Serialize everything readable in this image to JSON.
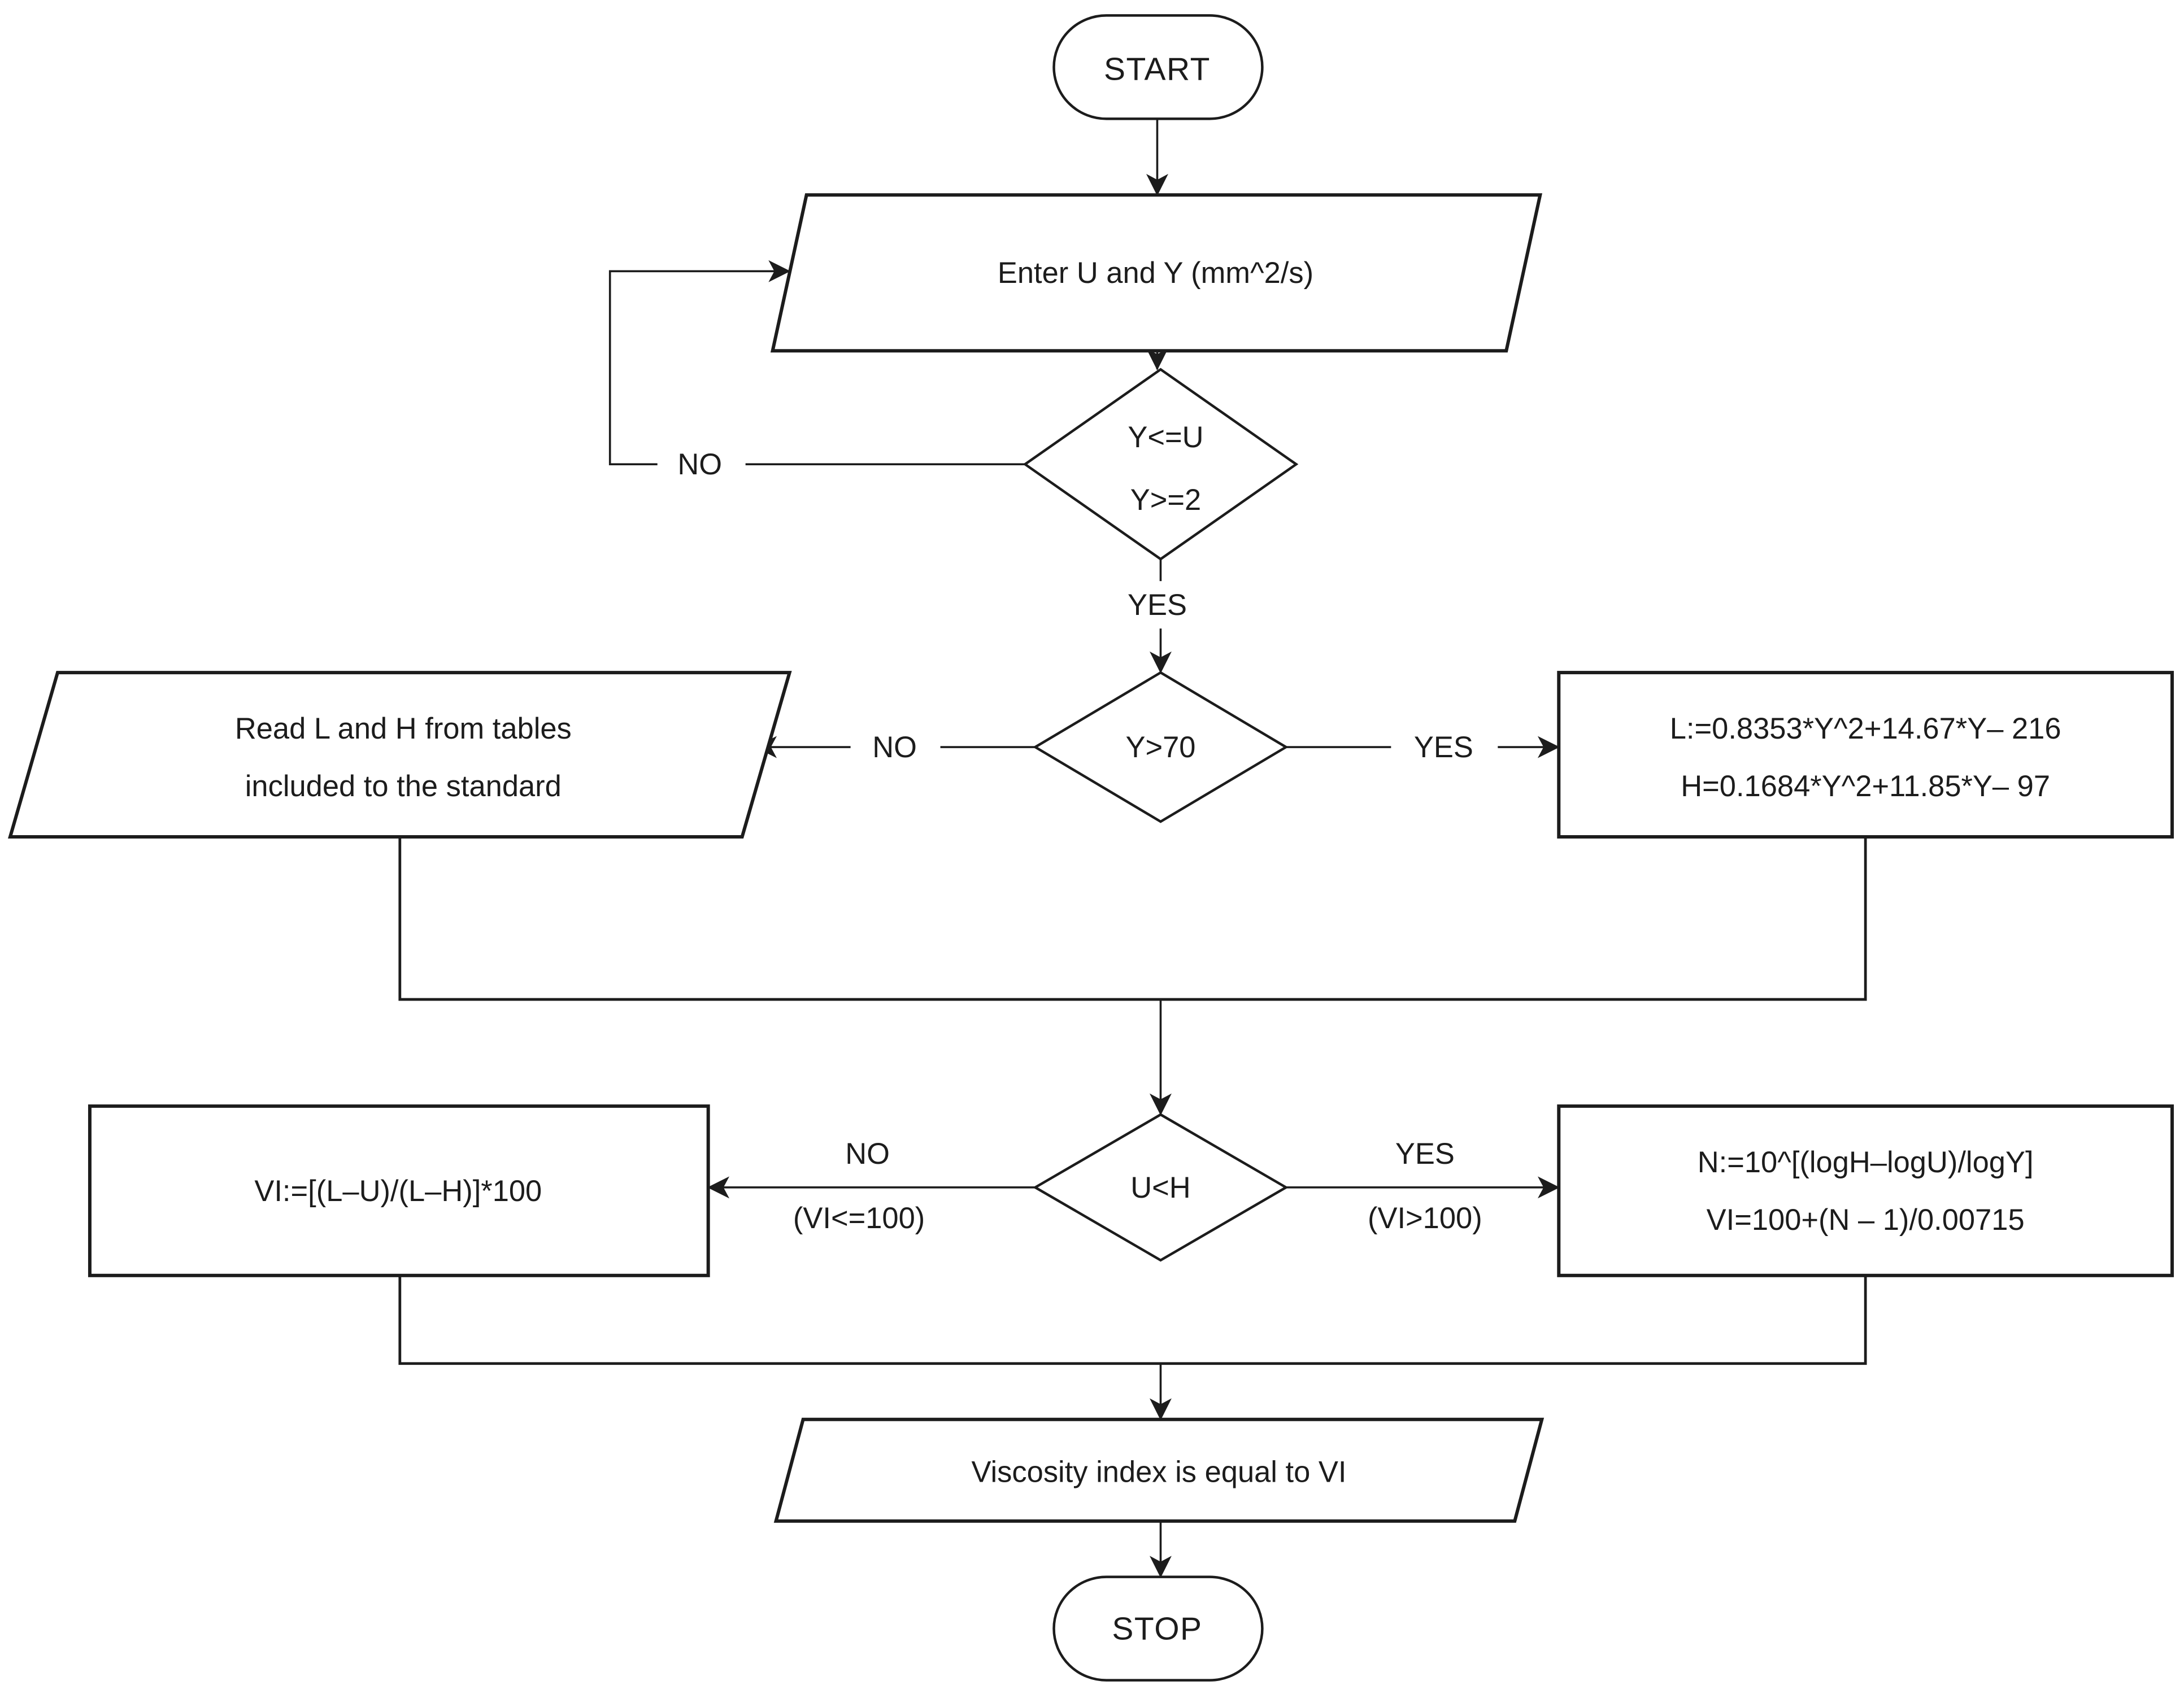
{
  "flowchart": {
    "nodes": {
      "start": {
        "label": "START"
      },
      "input": {
        "label": "Enter U and Y (mm^2/s)"
      },
      "check_range": {
        "line1": "Y<=U",
        "line2": "Y>=2"
      },
      "check_y70": {
        "label": "Y>70"
      },
      "read_tables": {
        "line1": "Read L and H from tables",
        "line2": "included to the standard"
      },
      "compute_lh": {
        "line1": "L:=0.8353*Y^2+14.67*Y– 216",
        "line2": "H=0.1684*Y^2+11.85*Y– 97"
      },
      "check_uh": {
        "label": "U<H"
      },
      "vi_formula_low": {
        "label": "VI:=[(L–U)/(L–H)]*100"
      },
      "vi_formula_high": {
        "line1": "N:=10^[(logH–logU)/logY]",
        "line2": "VI=100+(N – 1)/0.00715"
      },
      "output": {
        "label": "Viscosity index is equal to VI"
      },
      "stop": {
        "label": "STOP"
      }
    },
    "edge_labels": {
      "range_no": "NO",
      "range_yes": "YES",
      "y70_no": "NO",
      "y70_yes": "YES",
      "uh_no": "NO",
      "uh_no_condition": "(VI<=100)",
      "uh_yes": "YES",
      "uh_yes_condition": "(VI>100)"
    },
    "colors": {
      "line": "#1c1c1c",
      "text": "#1c1c1c",
      "background": "#ffffff"
    }
  }
}
